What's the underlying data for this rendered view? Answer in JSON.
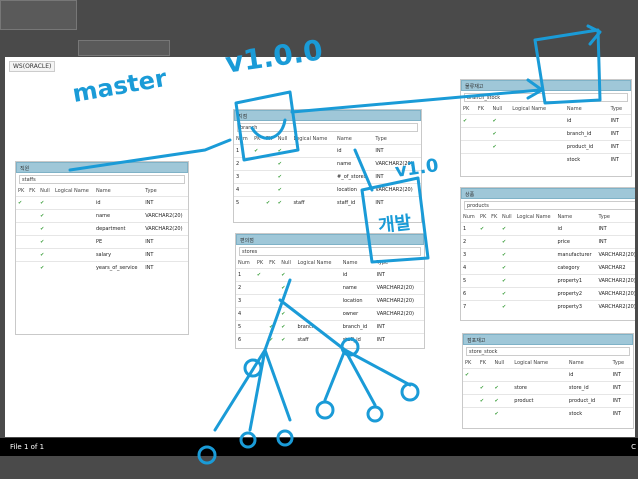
{
  "window": {
    "tab": "WS(ORACLE)",
    "file_indicator": "File 1 of 1",
    "right_mark": "C"
  },
  "tables": {
    "staffs": {
      "logical_title": "직원",
      "physical_name": "staffs",
      "headers": [
        "PK",
        "FK",
        "Null",
        "Logical Name",
        "Name",
        "Type"
      ],
      "rows": [
        {
          "pk": true,
          "fk": false,
          "nn": true,
          "logical": "",
          "name": "id",
          "type": "INT"
        },
        {
          "pk": false,
          "fk": false,
          "nn": true,
          "logical": "",
          "name": "name",
          "type": "VARCHAR2(20)"
        },
        {
          "pk": false,
          "fk": false,
          "nn": true,
          "logical": "",
          "name": "department",
          "type": "VARCHAR2(20)"
        },
        {
          "pk": false,
          "fk": false,
          "nn": true,
          "logical": "",
          "name": "PE",
          "type": "INT"
        },
        {
          "pk": false,
          "fk": false,
          "nn": true,
          "logical": "",
          "name": "salary",
          "type": "INT"
        },
        {
          "pk": false,
          "fk": false,
          "nn": true,
          "logical": "",
          "name": "years_of_service",
          "type": "INT"
        }
      ]
    },
    "branch": {
      "logical_title": "지점",
      "physical_name": "branch",
      "headers": [
        "Num",
        "PK",
        "FK",
        "Null",
        "Logical Name",
        "Name",
        "Type"
      ],
      "rows": [
        {
          "num": "1",
          "pk": true,
          "fk": false,
          "nn": true,
          "logical": "",
          "name": "id",
          "type": "INT"
        },
        {
          "num": "2",
          "pk": false,
          "fk": false,
          "nn": true,
          "logical": "",
          "name": "name",
          "type": "VARCHAR2(20)"
        },
        {
          "num": "3",
          "pk": false,
          "fk": false,
          "nn": true,
          "logical": "",
          "name": "#_of_stores",
          "type": "INT"
        },
        {
          "num": "4",
          "pk": false,
          "fk": false,
          "nn": true,
          "logical": "",
          "name": "location",
          "type": "VARCHAR2(20)"
        },
        {
          "num": "5",
          "pk": false,
          "fk": true,
          "nn": true,
          "logical": "staff",
          "name": "staff_id",
          "type": "INT"
        }
      ]
    },
    "stores": {
      "logical_title": "편의점",
      "physical_name": "stores",
      "headers": [
        "Num",
        "PK",
        "FK",
        "Null",
        "Logical Name",
        "Name",
        "Type"
      ],
      "rows": [
        {
          "num": "1",
          "pk": true,
          "fk": false,
          "nn": true,
          "logical": "",
          "name": "id",
          "type": "INT"
        },
        {
          "num": "2",
          "pk": false,
          "fk": false,
          "nn": true,
          "logical": "",
          "name": "name",
          "type": "VARCHAR2(20)"
        },
        {
          "num": "3",
          "pk": false,
          "fk": false,
          "nn": true,
          "logical": "",
          "name": "location",
          "type": "VARCHAR2(20)"
        },
        {
          "num": "4",
          "pk": false,
          "fk": false,
          "nn": true,
          "logical": "",
          "name": "owner",
          "type": "VARCHAR2(20)"
        },
        {
          "num": "5",
          "pk": false,
          "fk": true,
          "nn": true,
          "logical": "branch",
          "name": "branch_id",
          "type": "INT"
        },
        {
          "num": "6",
          "pk": false,
          "fk": true,
          "nn": true,
          "logical": "staff",
          "name": "staff_id",
          "type": "INT"
        }
      ]
    },
    "branch_stock": {
      "logical_title": "물류재고",
      "physical_name": "branch_stock",
      "headers": [
        "PK",
        "FK",
        "Null",
        "Logical Name",
        "Name",
        "Type"
      ],
      "rows": [
        {
          "pk": true,
          "fk": false,
          "nn": true,
          "logical": "",
          "name": "id",
          "type": "INT"
        },
        {
          "pk": false,
          "fk": false,
          "nn": true,
          "logical": "",
          "name": "branch_id",
          "type": "INT"
        },
        {
          "pk": false,
          "fk": false,
          "nn": true,
          "logical": "",
          "name": "product_id",
          "type": "INT"
        },
        {
          "pk": false,
          "fk": false,
          "nn": false,
          "logical": "",
          "name": "stock",
          "type": "INT"
        }
      ]
    },
    "products": {
      "logical_title": "상품",
      "physical_name": "products",
      "headers": [
        "Num",
        "PK",
        "FK",
        "Null",
        "Logical Name",
        "Name",
        "Type"
      ],
      "rows": [
        {
          "num": "1",
          "pk": true,
          "fk": false,
          "nn": true,
          "logical": "",
          "name": "id",
          "type": "INT"
        },
        {
          "num": "2",
          "pk": false,
          "fk": false,
          "nn": true,
          "logical": "",
          "name": "price",
          "type": "INT"
        },
        {
          "num": "3",
          "pk": false,
          "fk": false,
          "nn": true,
          "logical": "",
          "name": "manufacturer",
          "type": "VARCHAR2(20)"
        },
        {
          "num": "4",
          "pk": false,
          "fk": false,
          "nn": true,
          "logical": "",
          "name": "category",
          "type": "VARCHAR2"
        },
        {
          "num": "5",
          "pk": false,
          "fk": false,
          "nn": true,
          "logical": "",
          "name": "property1",
          "type": "VARCHAR2(20)"
        },
        {
          "num": "6",
          "pk": false,
          "fk": false,
          "nn": true,
          "logical": "",
          "name": "property2",
          "type": "VARCHAR2(20)"
        },
        {
          "num": "7",
          "pk": false,
          "fk": false,
          "nn": true,
          "logical": "",
          "name": "property3",
          "type": "VARCHAR2(20)"
        }
      ]
    },
    "store_stock": {
      "logical_title": "점포재고",
      "physical_name": "store_stock",
      "headers": [
        "PK",
        "FK",
        "Null",
        "Logical Name",
        "Name",
        "Type"
      ],
      "rows": [
        {
          "pk": true,
          "fk": false,
          "nn": false,
          "logical": "",
          "name": "id",
          "type": "INT"
        },
        {
          "pk": false,
          "fk": true,
          "nn": true,
          "logical": "store",
          "name": "store_id",
          "type": "INT"
        },
        {
          "pk": false,
          "fk": true,
          "nn": true,
          "logical": "product",
          "name": "product_id",
          "type": "INT"
        },
        {
          "pk": false,
          "fk": false,
          "nn": true,
          "logical": "",
          "name": "stock",
          "type": "INT"
        }
      ]
    }
  },
  "annotations": {
    "master": "master",
    "version_main": "v1.0.0",
    "version_side": "v1.0",
    "branch_note": "개발"
  },
  "colors": {
    "ink": "#1a9bd7",
    "header": "#9fc7d8",
    "check": "#3a9d3a"
  }
}
